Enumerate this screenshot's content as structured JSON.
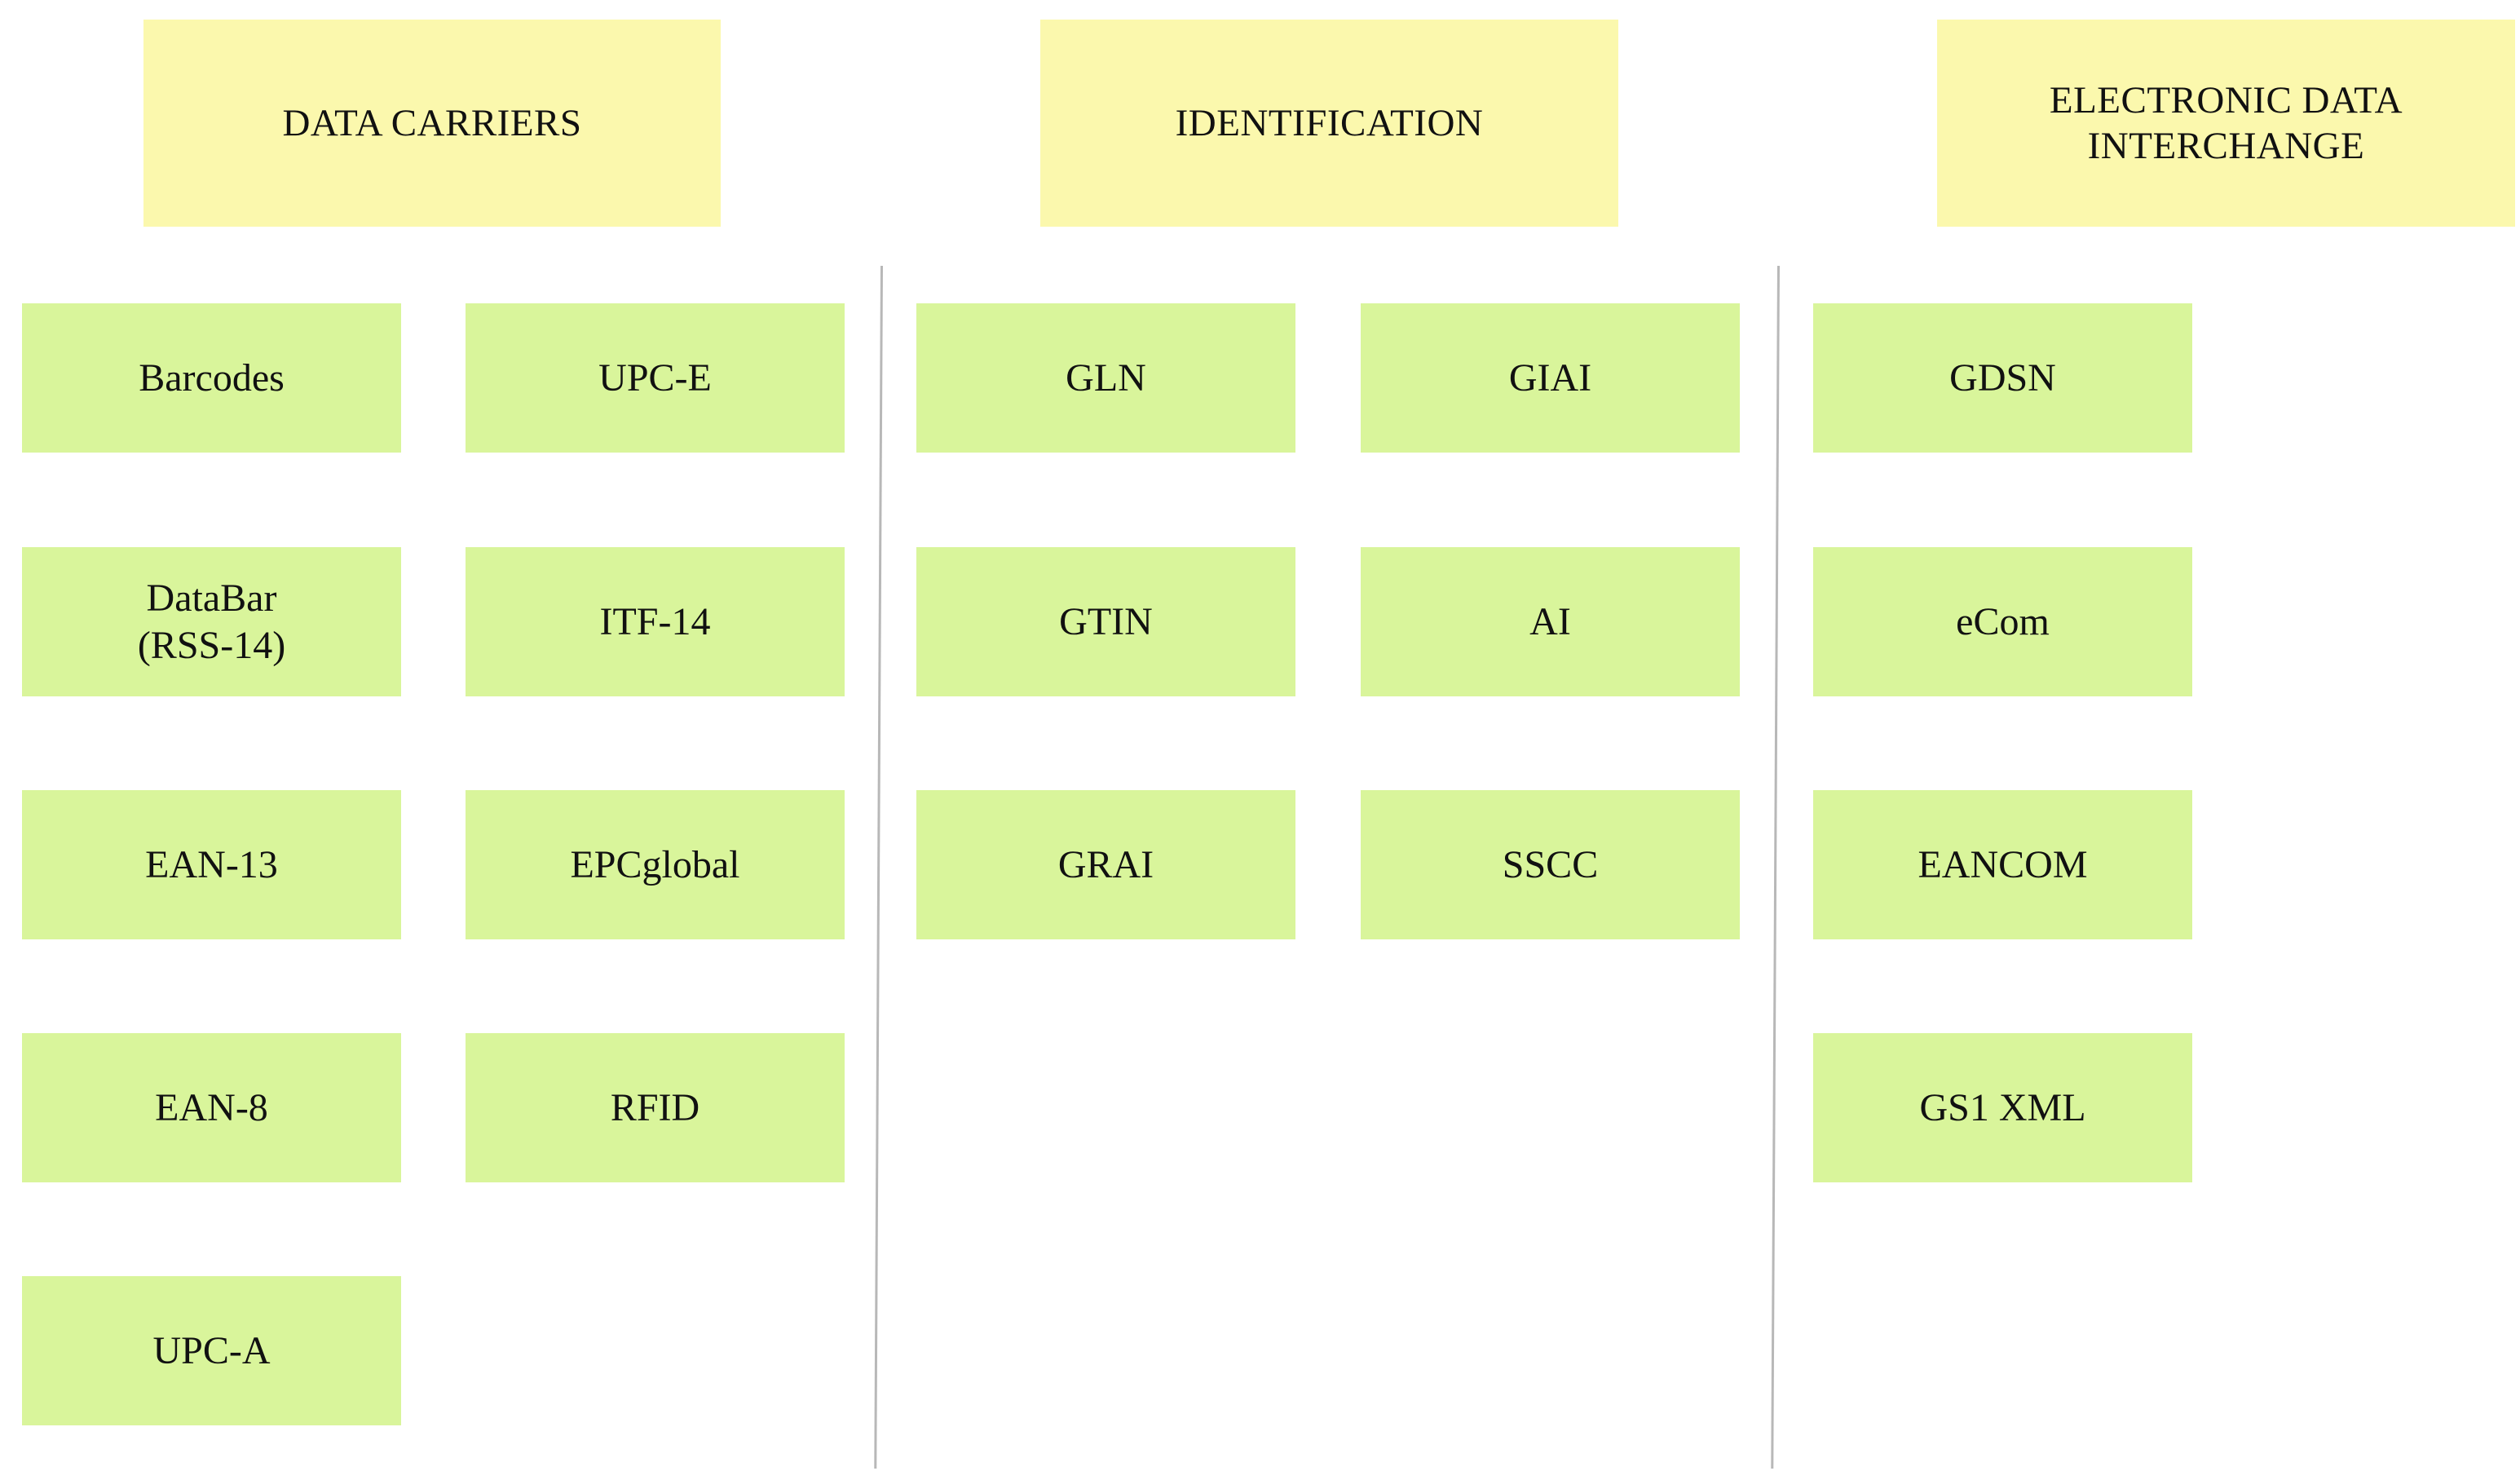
{
  "headers": [
    "DATA CARRIERS",
    "IDENTIFICATION",
    "ELECTRONIC DATA\nINTERCHANGE"
  ],
  "data_carriers": {
    "col1": [
      "Barcodes",
      "DataBar\n(RSS-14)",
      "EAN-13",
      "EAN-8",
      "UPC-A"
    ],
    "col2": [
      "UPC-E",
      "ITF-14",
      "EPCglobal",
      "RFID"
    ]
  },
  "identification": {
    "col1": [
      "GLN",
      "GTIN",
      "GRAI"
    ],
    "col2": [
      "GIAI",
      "AI",
      "SSCC"
    ]
  },
  "edi": {
    "col1": [
      "GDSN",
      "eCom",
      "EANCOM",
      "GS1 XML"
    ]
  },
  "colors": {
    "header_fill": "#fbf8ad",
    "item_fill": "#d9f59b",
    "divider": "#b8b8b8"
  }
}
